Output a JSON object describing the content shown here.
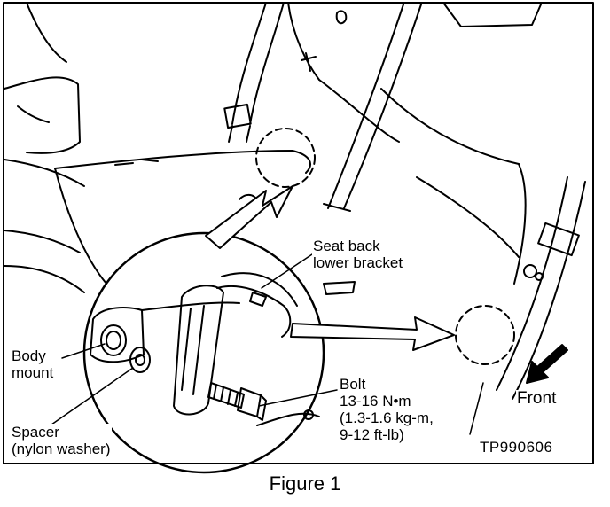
{
  "figure": {
    "caption": "Figure 1",
    "code": "TP990606"
  },
  "labels": {
    "seat_back_bracket": [
      "Seat back",
      "lower bracket"
    ],
    "body_mount": [
      "Body",
      "mount"
    ],
    "bolt": [
      "Bolt",
      "13-16 N•m",
      "(1.3-1.6 kg-m,",
      "9-12 ft-lb)"
    ],
    "spacer": [
      "Spacer",
      "(nylon washer)"
    ],
    "front": "Front"
  },
  "icons": {
    "direction_arrow": "arrow-down-left-icon"
  },
  "colors": {
    "ink": "#000000",
    "paper": "#ffffff"
  }
}
